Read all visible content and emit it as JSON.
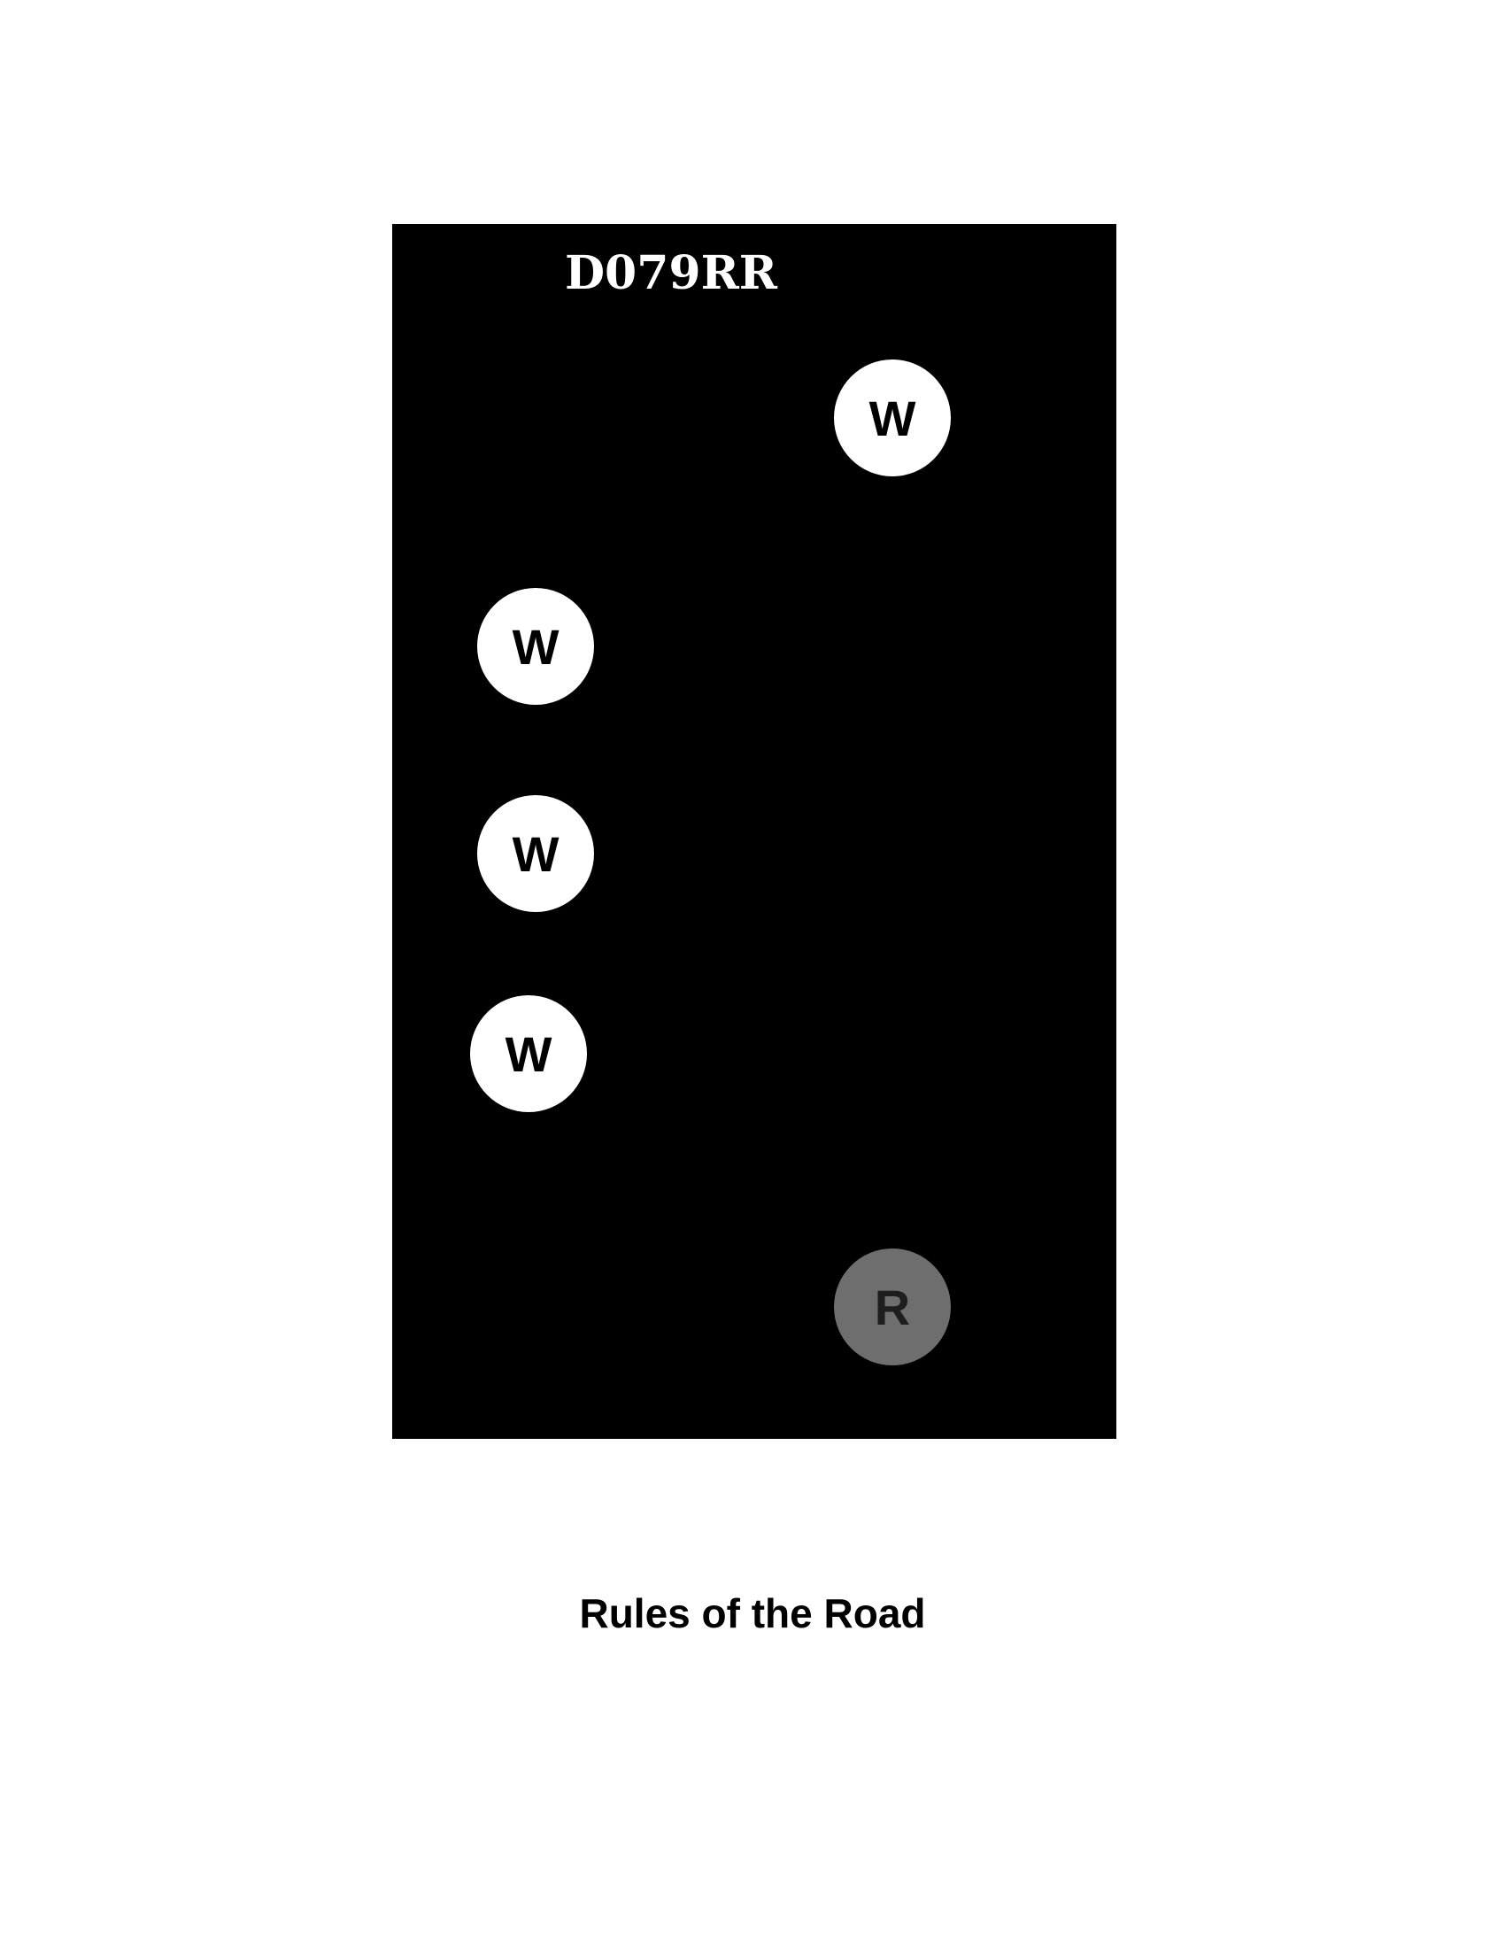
{
  "diagram": {
    "id": "D079RR",
    "background": "#000000",
    "lights": [
      {
        "letter": "W",
        "color": "#ffffff"
      },
      {
        "letter": "W",
        "color": "#ffffff"
      },
      {
        "letter": "W",
        "color": "#ffffff"
      },
      {
        "letter": "W",
        "color": "#ffffff"
      },
      {
        "letter": "R",
        "color": "#6e6e6e"
      }
    ]
  },
  "caption": "Rules of the Road"
}
